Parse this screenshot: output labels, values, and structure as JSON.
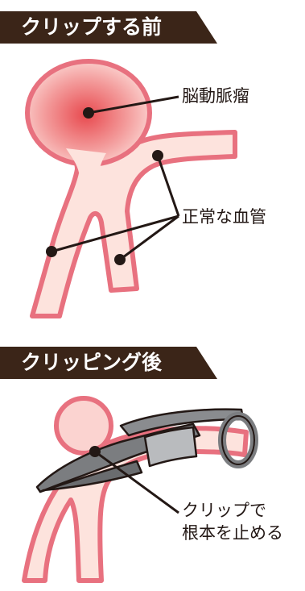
{
  "sections": [
    {
      "title": "クリップする前",
      "labels": {
        "aneurysm": "脳動脈瘤",
        "normal_vessels": "正常な血管"
      }
    },
    {
      "title": "クリッピング後",
      "labels": {
        "clip_line1": "クリップで",
        "clip_line2": "根本を止める"
      }
    }
  ],
  "colors": {
    "banner": "#3b2518",
    "vessel_outline": "#e8717f",
    "vessel_fill": "#fde3dd",
    "aneurysm_center": "#e84a4f",
    "clip_fill": "#7b7d80",
    "leader": "#231815"
  }
}
